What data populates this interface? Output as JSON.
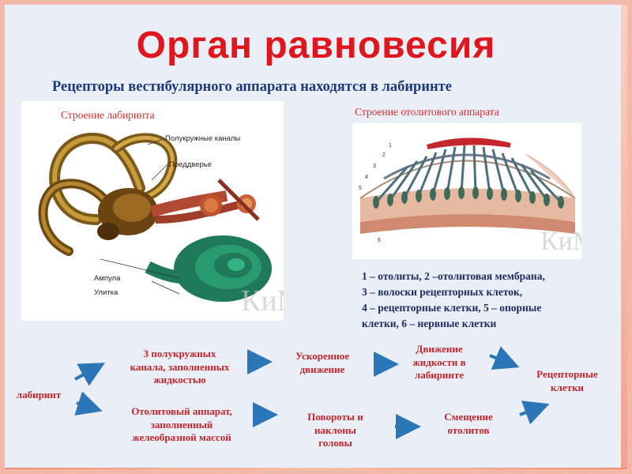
{
  "title": "Орган равновесия",
  "subtitle": "Рецепторы вестибулярного аппарата находятся в лабиринте",
  "labyrinth_panel": {
    "title": "Строение лабиринта",
    "labels": {
      "semicircular": "Полукружные каналы",
      "vestibule": "Преддверье",
      "ampulla": "Ампула",
      "cochlea": "Улитка"
    },
    "watermark": "КиМ"
  },
  "otolith_panel": {
    "title": "Строение отолитового аппарата",
    "watermark": "КиМ",
    "numbers": [
      "1",
      "2",
      "3",
      "4",
      "5",
      "6"
    ],
    "legend": [
      "1 – отолиты, 2 –отолитовая мембрана,",
      "3 – волоски рецепторных клеток,",
      "4 – рецепторные клетки, 5 – опорные",
      "клетки, 6 – нервные клетки"
    ]
  },
  "flow": {
    "start": "лабиринт",
    "branch_top": [
      "3 полукружных",
      "канала, заполненных",
      "жидкостью"
    ],
    "accel": [
      "Ускоренное",
      "движение"
    ],
    "fluid": [
      "Движение",
      "жидкости в",
      "лабиринте"
    ],
    "branch_bottom": [
      "Отолитовый аппарат,",
      "заполненный",
      "желеобразной массой"
    ],
    "turns": [
      "Повороты и",
      "наклоны",
      "головы"
    ],
    "shift": [
      "Смещение",
      "отолитов"
    ],
    "receptors": [
      "Рецепторные",
      "клетки"
    ]
  },
  "colors": {
    "title": "#e0161c",
    "subtitle": "#1c3a7a",
    "node_text": "#c2242a",
    "arrow": "#2a76b6"
  }
}
